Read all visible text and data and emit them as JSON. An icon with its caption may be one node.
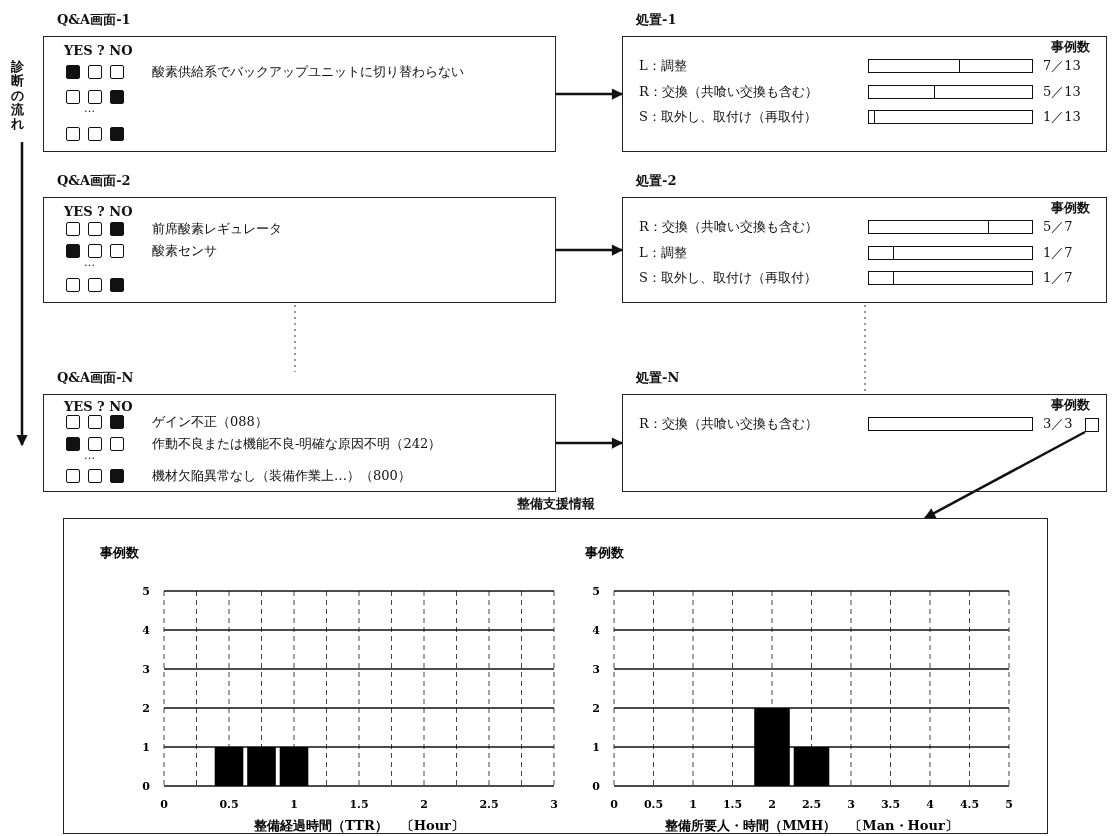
{
  "diagram": {
    "nodes": [
      {
        "text": [
          "Q&A画面-1",
          "YES ? NO",
          "酸素供給系でバックアップユニットに切り替わらない",
          "…"
        ]
      },
      {
        "text": [
          "処置-1",
          "事例数",
          "L：調整",
          "7／13",
          "R：交換（共喰い交換も含む）",
          "5／13",
          "S：取外し、取付け（再取付）",
          "1／13"
        ]
      },
      {
        "text": [
          "Q&A画面-2",
          "YES ? NO",
          "前席酸素レギュレータ",
          "酸素センサ",
          "…"
        ]
      },
      {
        "text": [
          "処置-2",
          "事例数",
          "R：交換（共喰い交換も含む）",
          "5／7",
          "L：調整",
          "1／7",
          "S：取外し、取付け（再取付）",
          "1／7"
        ]
      },
      {
        "text": [
          "Q&A画面-N",
          "YES ? NO",
          "ゲイン不正（088）",
          "作動不良または機能不良-明確な原因不明（242）",
          "…",
          "機材欠陥異常なし（装備作業上…）（800）"
        ]
      },
      {
        "text": [
          "処置-N",
          "事例数",
          "R：交換（共喰い交換も含む）",
          "3／3"
        ]
      },
      {
        "text": [],
        "shape": "box",
        "in": 5
      },
      {
        "text": [
          "整備支援情報"
        ]
      }
    ],
    "edges": [
      {
        "from": 0,
        "to": 1,
        "arrow": "to"
      },
      {
        "from": 2,
        "to": 3,
        "arrow": "to"
      },
      {
        "from": 4,
        "to": 5,
        "arrow": "to"
      },
      {
        "from": 6,
        "to": 7,
        "arrow": "to"
      }
    ],
    "labels": [
      "診断の流れ"
    ],
    "chart_data": [
      {
        "type": "bar",
        "xlabel": "整備経過時間（TTR）　〔Hour〕",
        "ylabel": "事例数",
        "x": [
          0.5,
          0.75,
          1
        ],
        "values": [
          1,
          1,
          1
        ],
        "xlim": [
          0,
          3
        ],
        "grid": true,
        "ylim": [
          0,
          5
        ],
        "xticks": [
          0,
          0.5,
          1,
          1.5,
          2,
          2.5,
          3
        ],
        "yticks": [
          0,
          1,
          2,
          3,
          4,
          5
        ]
      },
      {
        "type": "bar",
        "xlabel": "整備所要人・時間（MMH）　〔Man・Hour〕",
        "ylabel": "事例数",
        "x": [
          2,
          2.5
        ],
        "values": [
          2,
          1
        ],
        "xlim": [
          0,
          5
        ],
        "grid": true,
        "ylim": [
          0,
          5
        ],
        "xticks": [
          0,
          0.5,
          1,
          1.5,
          2,
          2.5,
          3,
          3.5,
          4,
          4.5,
          5
        ],
        "yticks": [
          0,
          1,
          2,
          3,
          4,
          5
        ]
      }
    ]
  }
}
